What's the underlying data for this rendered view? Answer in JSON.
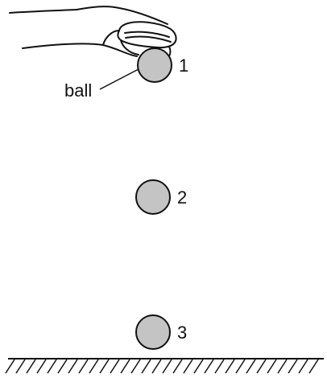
{
  "figure": {
    "pointer_label": "ball",
    "positions": [
      {
        "label": "1"
      },
      {
        "label": "2"
      },
      {
        "label": "3"
      }
    ]
  },
  "colors": {
    "ball_fill": "#c4c4c4",
    "ink": "#111111"
  },
  "icons": [
    "hand-icon",
    "ball-icon",
    "ground-hatch-icon"
  ]
}
